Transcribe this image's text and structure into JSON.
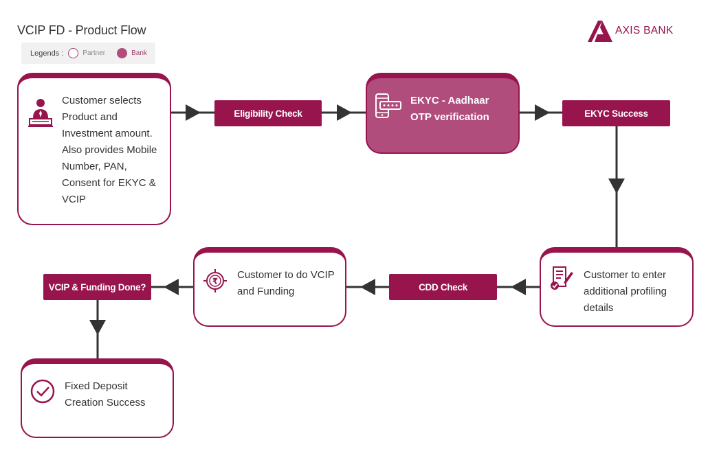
{
  "title": "VCIP FD - Product Flow",
  "legend": {
    "label": "Legends :",
    "partner": "Partner",
    "bank": "Bank"
  },
  "logo": {
    "text": "AXIS BANK"
  },
  "colors": {
    "brand": "#97144d",
    "bank_fill": "#b04d7c",
    "connector": "#333333",
    "legend_bg": "#f1f1f1"
  },
  "nodes": {
    "customer_selects": {
      "text": "Customer selects Product and Investment amount. Also provides Mobile Number, PAN, Consent for EKYC & VCIP",
      "icon": "customer-desk-icon",
      "type": "partner"
    },
    "eligibility": {
      "text": "Eligibility Check",
      "type": "step"
    },
    "ekyc_otp": {
      "text": "EKYC - Aadhaar OTP verification",
      "icon": "phone-otp-icon",
      "type": "bank"
    },
    "ekyc_success": {
      "text": "EKYC Success",
      "type": "step"
    },
    "profiling": {
      "text": "Customer to enter additional profiling details",
      "icon": "form-edit-icon",
      "type": "partner"
    },
    "cdd": {
      "text": "CDD Check",
      "type": "step"
    },
    "vcip_funding": {
      "text": "Customer to do VCIP and Funding",
      "icon": "rupee-target-icon",
      "type": "partner"
    },
    "vcip_done": {
      "text": "VCIP & Funding Done?",
      "type": "step"
    },
    "fd_success": {
      "text": "Fixed Deposit Creation Success",
      "icon": "check-circle-icon",
      "type": "partner"
    }
  }
}
